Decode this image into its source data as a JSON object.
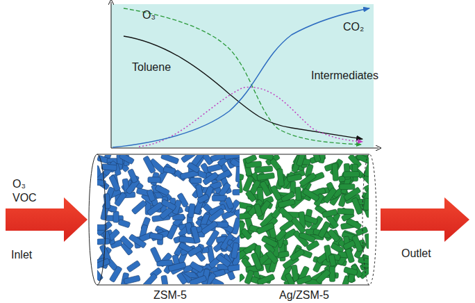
{
  "diagram": {
    "labels": [
      "O₃",
      "Toluene",
      "CO₂",
      "Intermediates",
      "O₃",
      "VOC",
      "Inlet",
      "Outlet",
      "ZSM-5",
      "Ag/ZSM-5"
    ]
  }
}
